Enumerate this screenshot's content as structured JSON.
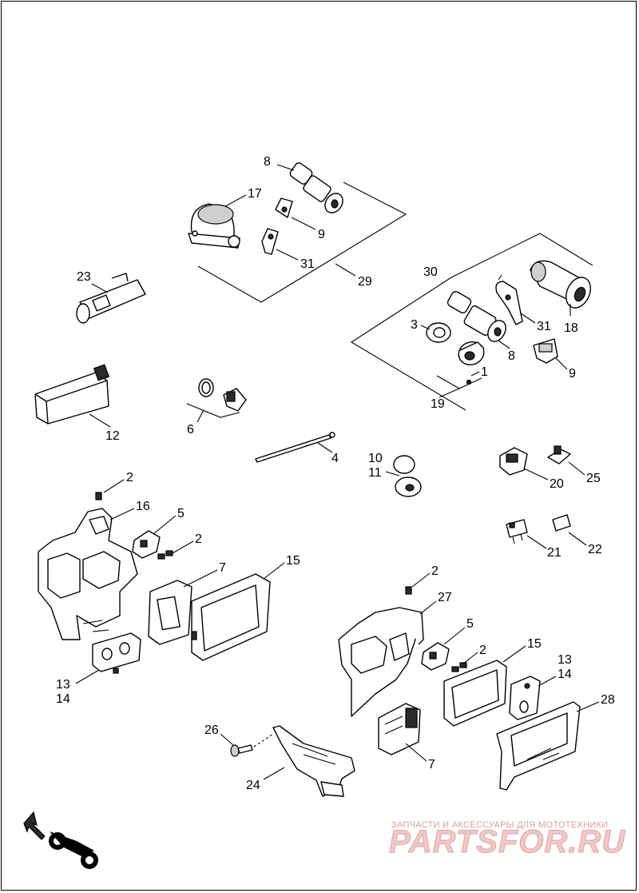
{
  "callouts": {
    "c8a": "8",
    "c17": "17",
    "c9a": "9",
    "c31a": "31",
    "c29": "29",
    "c23": "23",
    "c30": "30",
    "c3": "3",
    "c31b": "31",
    "c18": "18",
    "c8b": "8",
    "c1": "1",
    "c9b": "9",
    "c19": "19",
    "c12": "12",
    "c6": "6",
    "c4": "4",
    "c10": "10",
    "c11": "11",
    "c20": "20",
    "c25": "25",
    "c21": "21",
    "c22": "22",
    "c2a": "2",
    "c16": "16",
    "c5a": "5",
    "c2b": "2",
    "c7a": "7",
    "c15a": "15",
    "c13a": "13",
    "c14a": "14",
    "c2c": "2",
    "c27": "27",
    "c5b": "5",
    "c2d": "2",
    "c15b": "15",
    "c13b": "13",
    "c14b": "14",
    "c28": "28",
    "c26": "26",
    "c24": "24",
    "c7b": "7"
  },
  "watermark": {
    "caption": "ЗАПЧАСТИ И АКСЕССУАРЫ ДЛЯ МОТОТЕХНИКИ",
    "brand": "PARTSFOR.RU"
  },
  "icons": {
    "direction": "arrow-motorcycle-icon"
  }
}
